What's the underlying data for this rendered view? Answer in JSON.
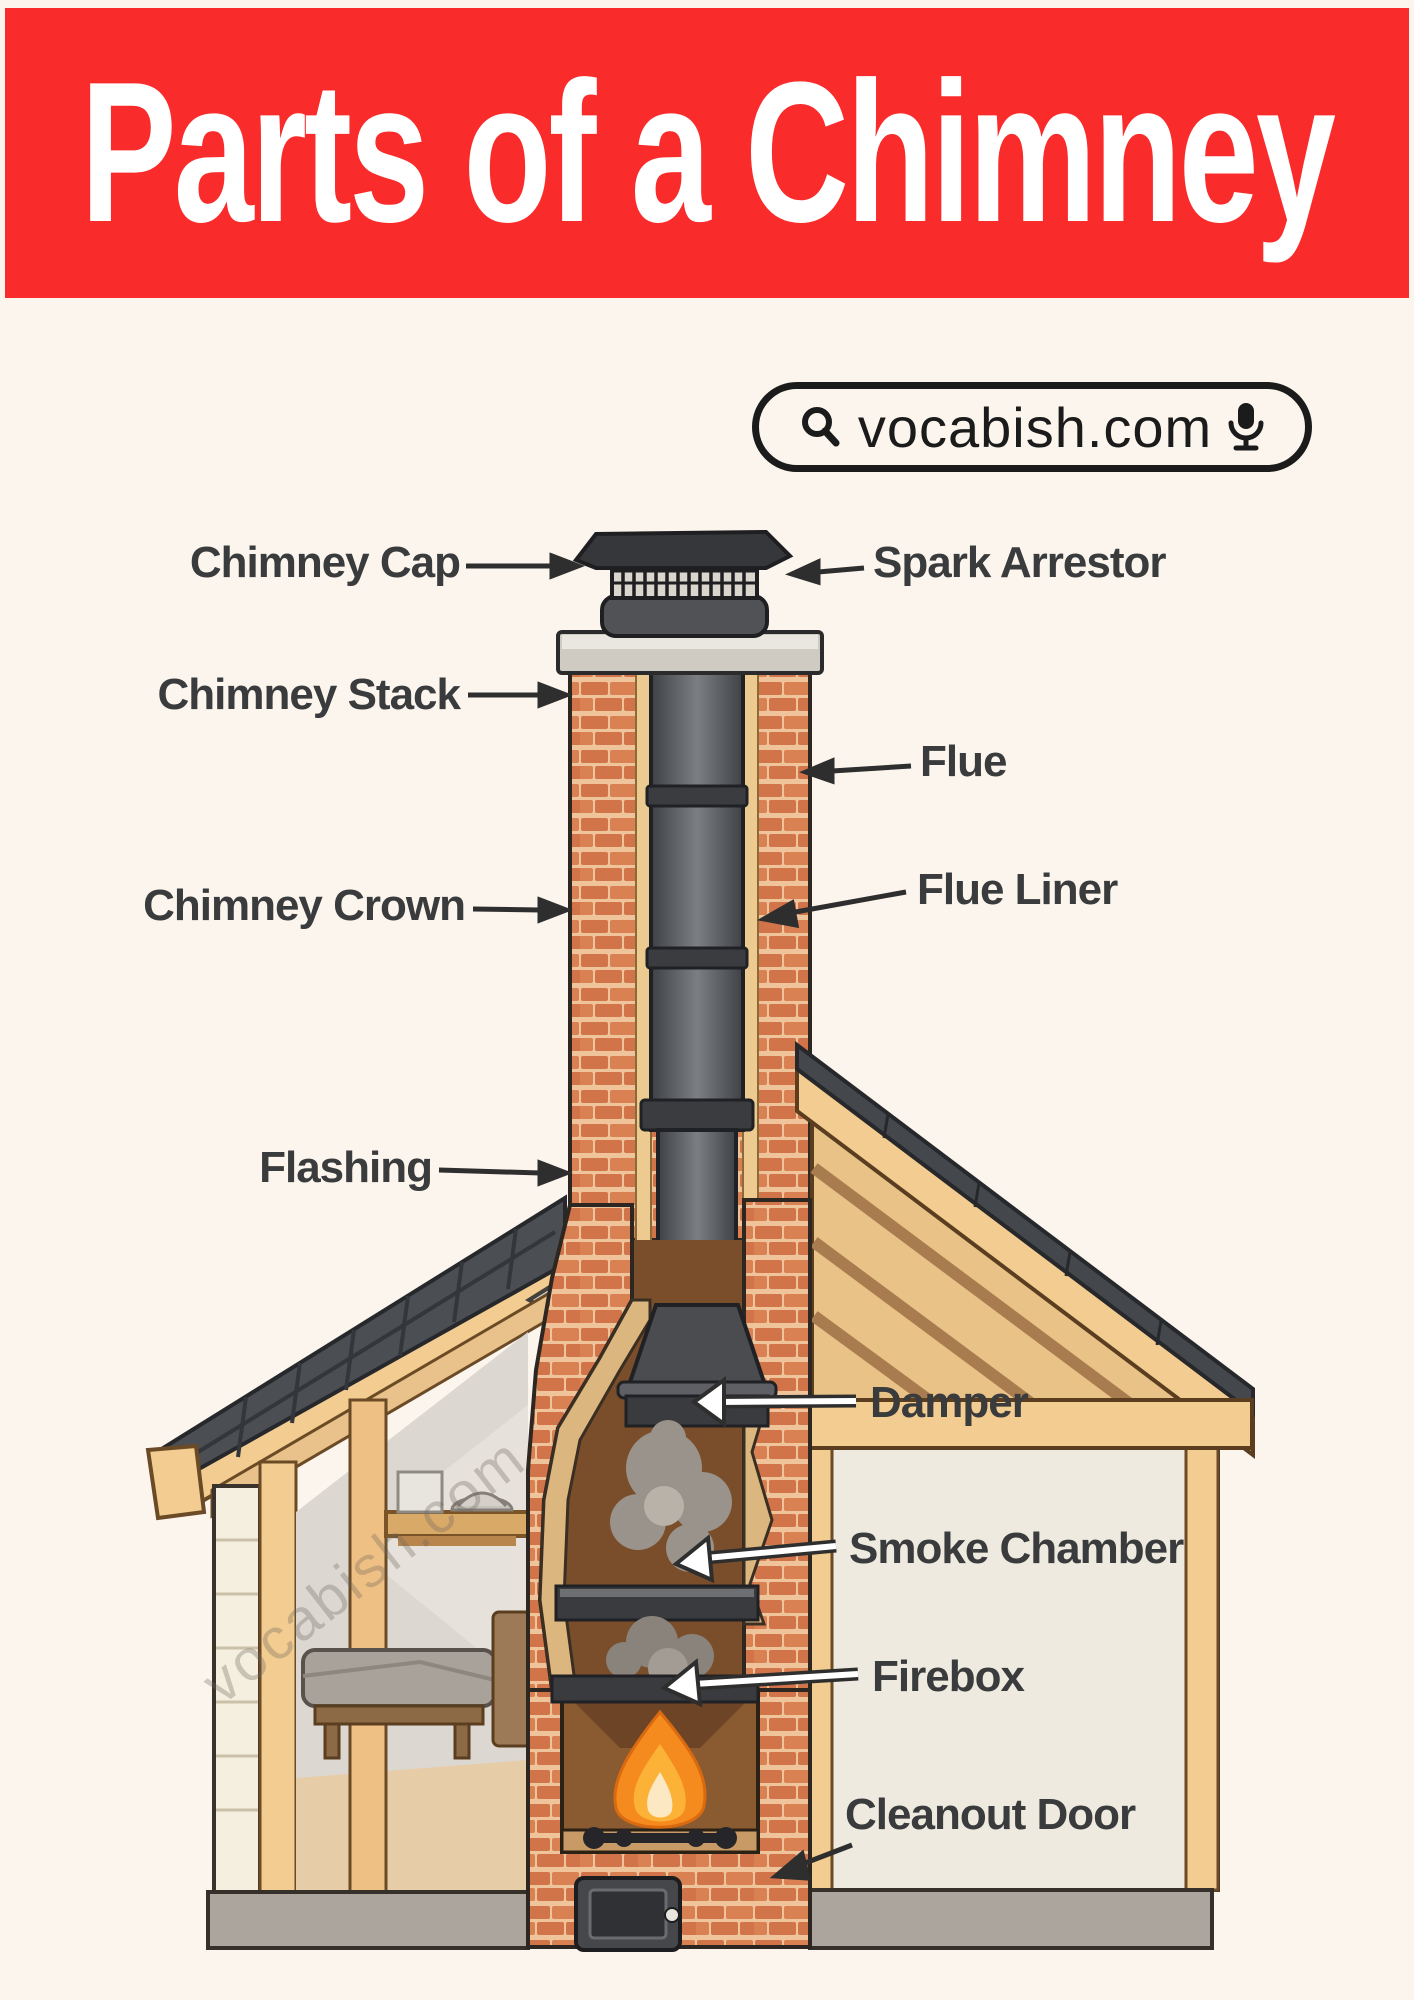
{
  "banner": {
    "title": "Parts of a Chimney"
  },
  "badge": {
    "url": "vocabish.com"
  },
  "colors": {
    "page_bg": "#FBF5EE",
    "banner_red": "#FA2B2B",
    "brick": "#D2744A",
    "label_text": "#3A3B3C"
  },
  "diagram": {
    "watermark": "vocabish.com",
    "labels": [
      {
        "id": "chimney-cap",
        "text": "Chimney Cap"
      },
      {
        "id": "chimney-stack",
        "text": "Chimney Stack"
      },
      {
        "id": "chimney-crown",
        "text": "Chimney Crown"
      },
      {
        "id": "flashing",
        "text": "Flashing"
      },
      {
        "id": "spark-arrestor",
        "text": "Spark Arrestor"
      },
      {
        "id": "flue",
        "text": "Flue"
      },
      {
        "id": "flue-liner",
        "text": "Flue Liner"
      },
      {
        "id": "damper",
        "text": "Damper"
      },
      {
        "id": "smoke-chamber",
        "text": "Smoke Chamber"
      },
      {
        "id": "firebox",
        "text": "Firebox"
      },
      {
        "id": "cleanout-door",
        "text": "Cleanout Door"
      }
    ]
  }
}
